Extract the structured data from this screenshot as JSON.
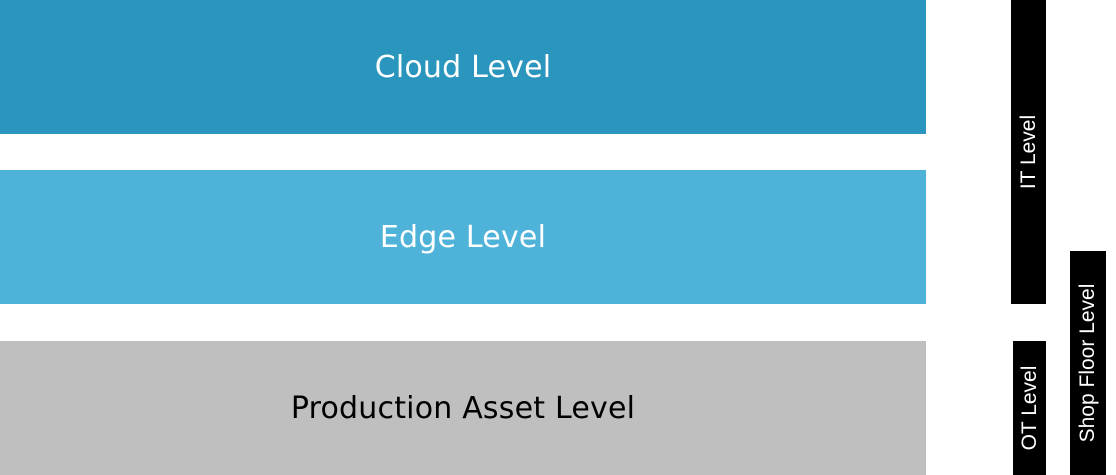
{
  "levels": {
    "cloud": "Cloud Level",
    "edge": "Edge Level",
    "asset": "Production Asset Level"
  },
  "side_labels": {
    "it": "IT Level",
    "ot": "OT Level",
    "shop_floor": "Shop Floor Level"
  },
  "colors": {
    "cloud": "#2a95bd",
    "edge": "#4fb3d9",
    "asset": "#bfbfbf",
    "side_bars": "#000000"
  }
}
